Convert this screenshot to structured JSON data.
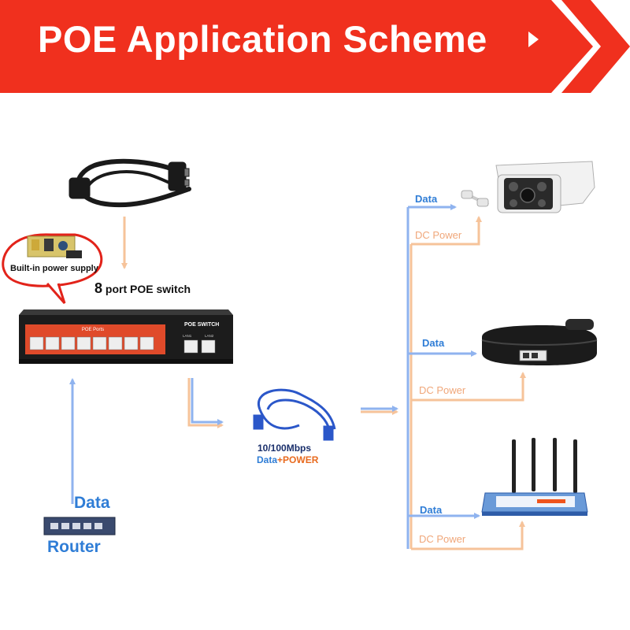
{
  "header": {
    "title": "POE Application Scheme"
  },
  "labels": {
    "switch_number": "8",
    "switch_text": "port POE switch",
    "power_supply": "Built-in power supply",
    "switch_ports_title": "POE Ports",
    "switch_brand": "POE SWITCH",
    "switch_lan1": "LAN1",
    "switch_lan2": "LAN2",
    "router_data": "Data",
    "router": "Router",
    "cable_speed": "10/100Mbps",
    "cable_data": "Data",
    "cable_power": "+POWER"
  },
  "devices": {
    "camera": {
      "data": "Data",
      "dc": "DC Power"
    },
    "phone": {
      "data": "Data",
      "dc": "DC Power"
    },
    "ap": {
      "data": "Data",
      "dc": "DC Power"
    }
  },
  "colors": {
    "banner_red": "#f0301e",
    "data_blue": "#8fb3ef",
    "power_orange": "#f6c39a",
    "text_blue": "#2f7dd6",
    "power_text": "#e86a1e"
  }
}
